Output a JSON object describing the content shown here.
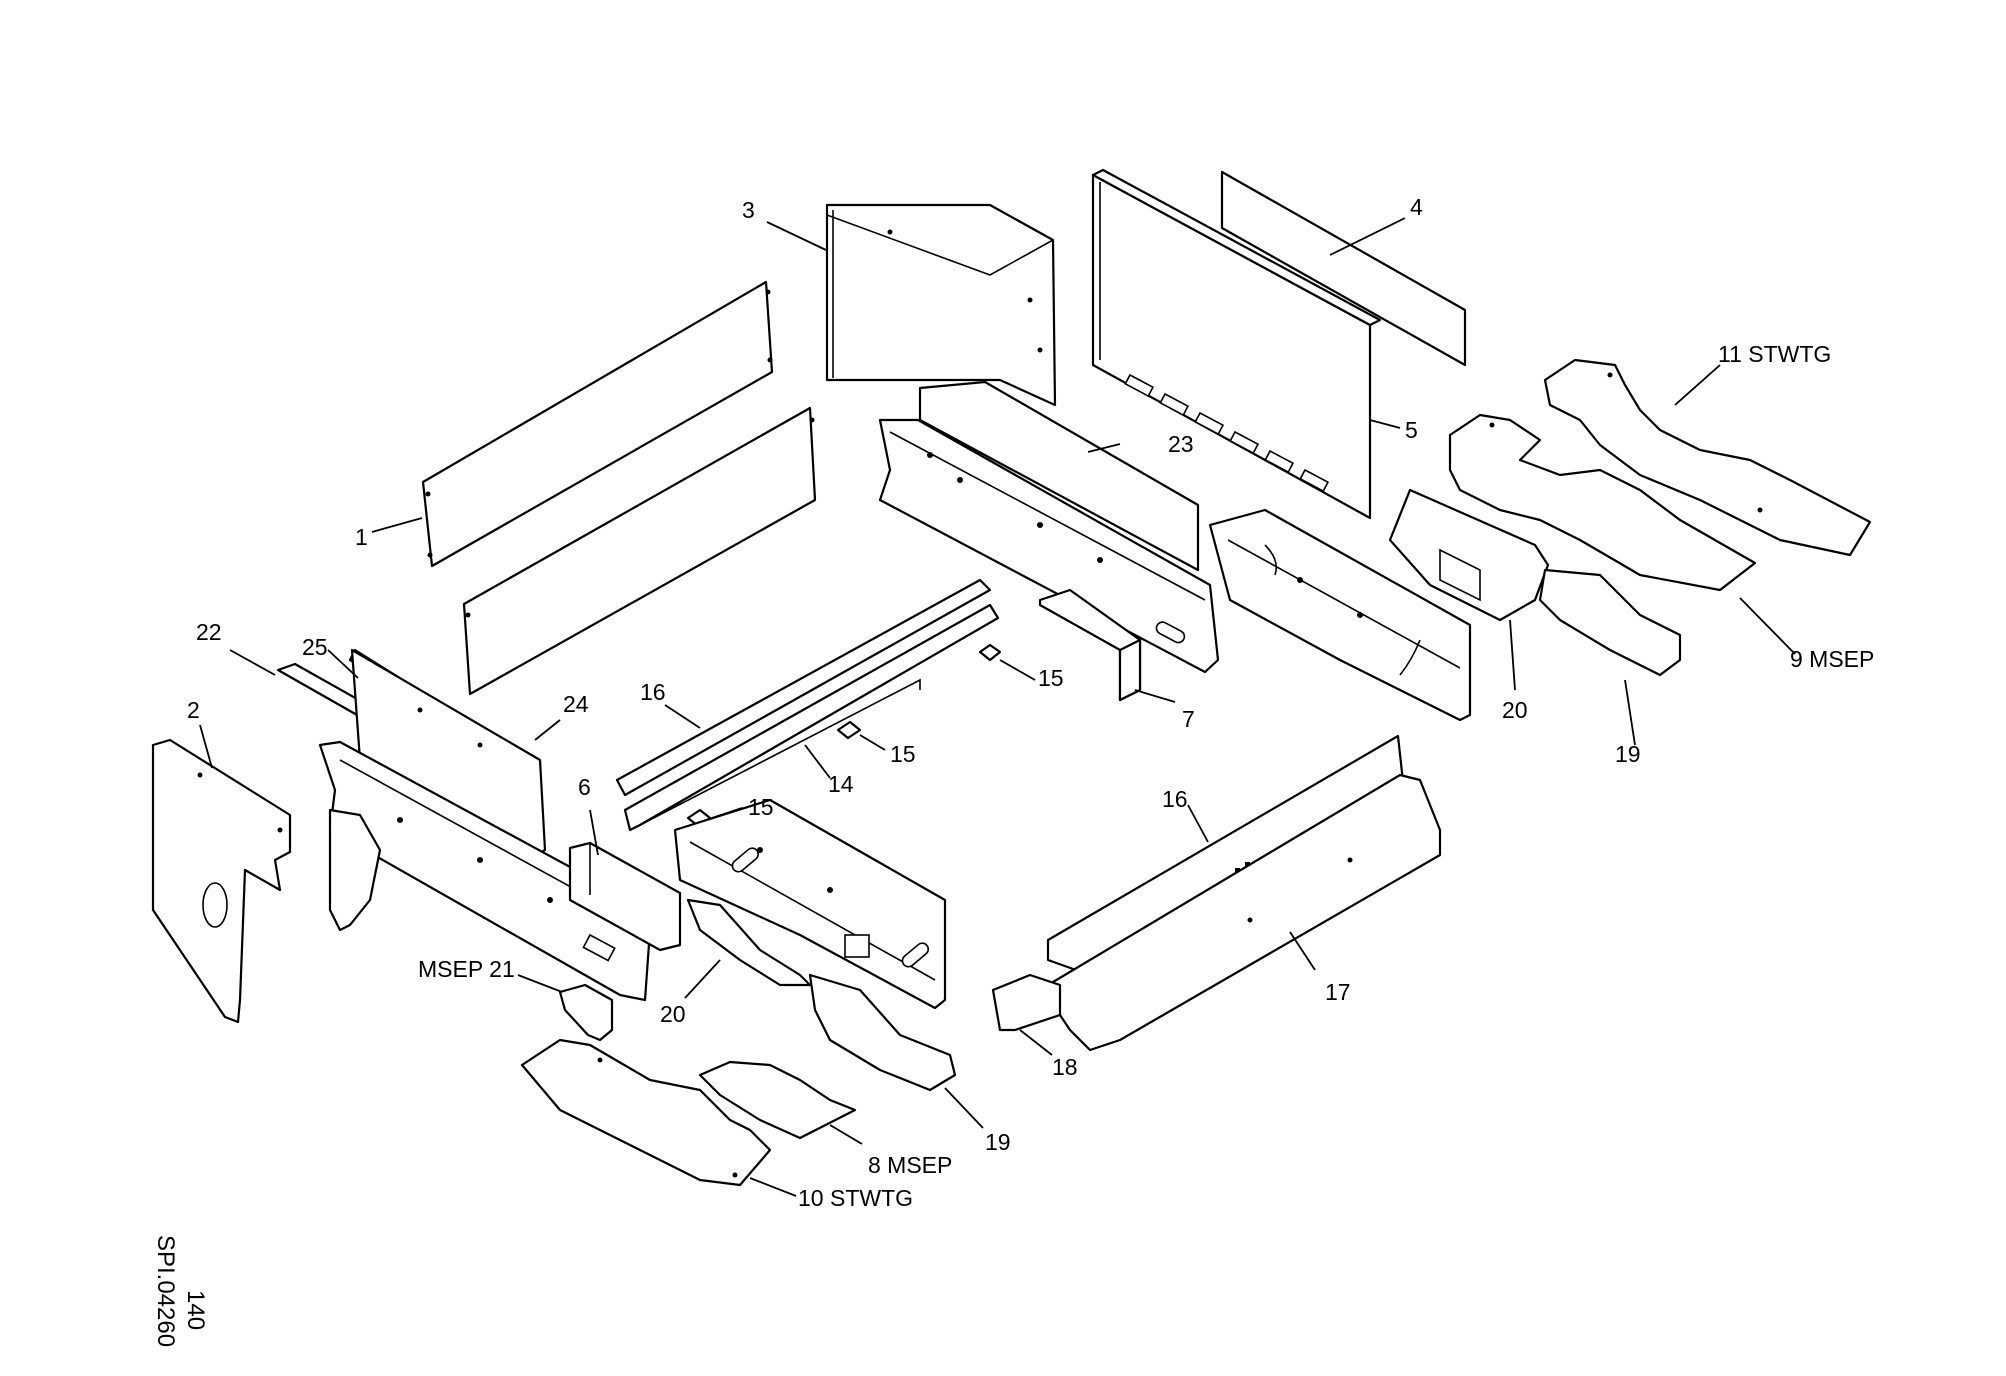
{
  "labels": {
    "l1": "1",
    "l2": "2",
    "l3": "3",
    "l4": "4",
    "l5": "5",
    "l6": "6",
    "l7": "7",
    "l8": "8 MSEP",
    "l9": "9 MSEP",
    "l10": "10 STWTG",
    "l11": "11 STWTG",
    "l14": "14",
    "l15a": "15",
    "l15b": "15",
    "l15c": "15",
    "l16a": "16",
    "l16b": "16",
    "l17": "17",
    "l18": "18",
    "l19a": "19",
    "l19b": "19",
    "l20a": "20",
    "l20b": "20",
    "l21": "MSEP 21",
    "l22": "22",
    "l23": "23",
    "l24": "24",
    "l25": "25"
  },
  "drawing_code": {
    "line1": "SPI.04260",
    "line2": "140"
  }
}
